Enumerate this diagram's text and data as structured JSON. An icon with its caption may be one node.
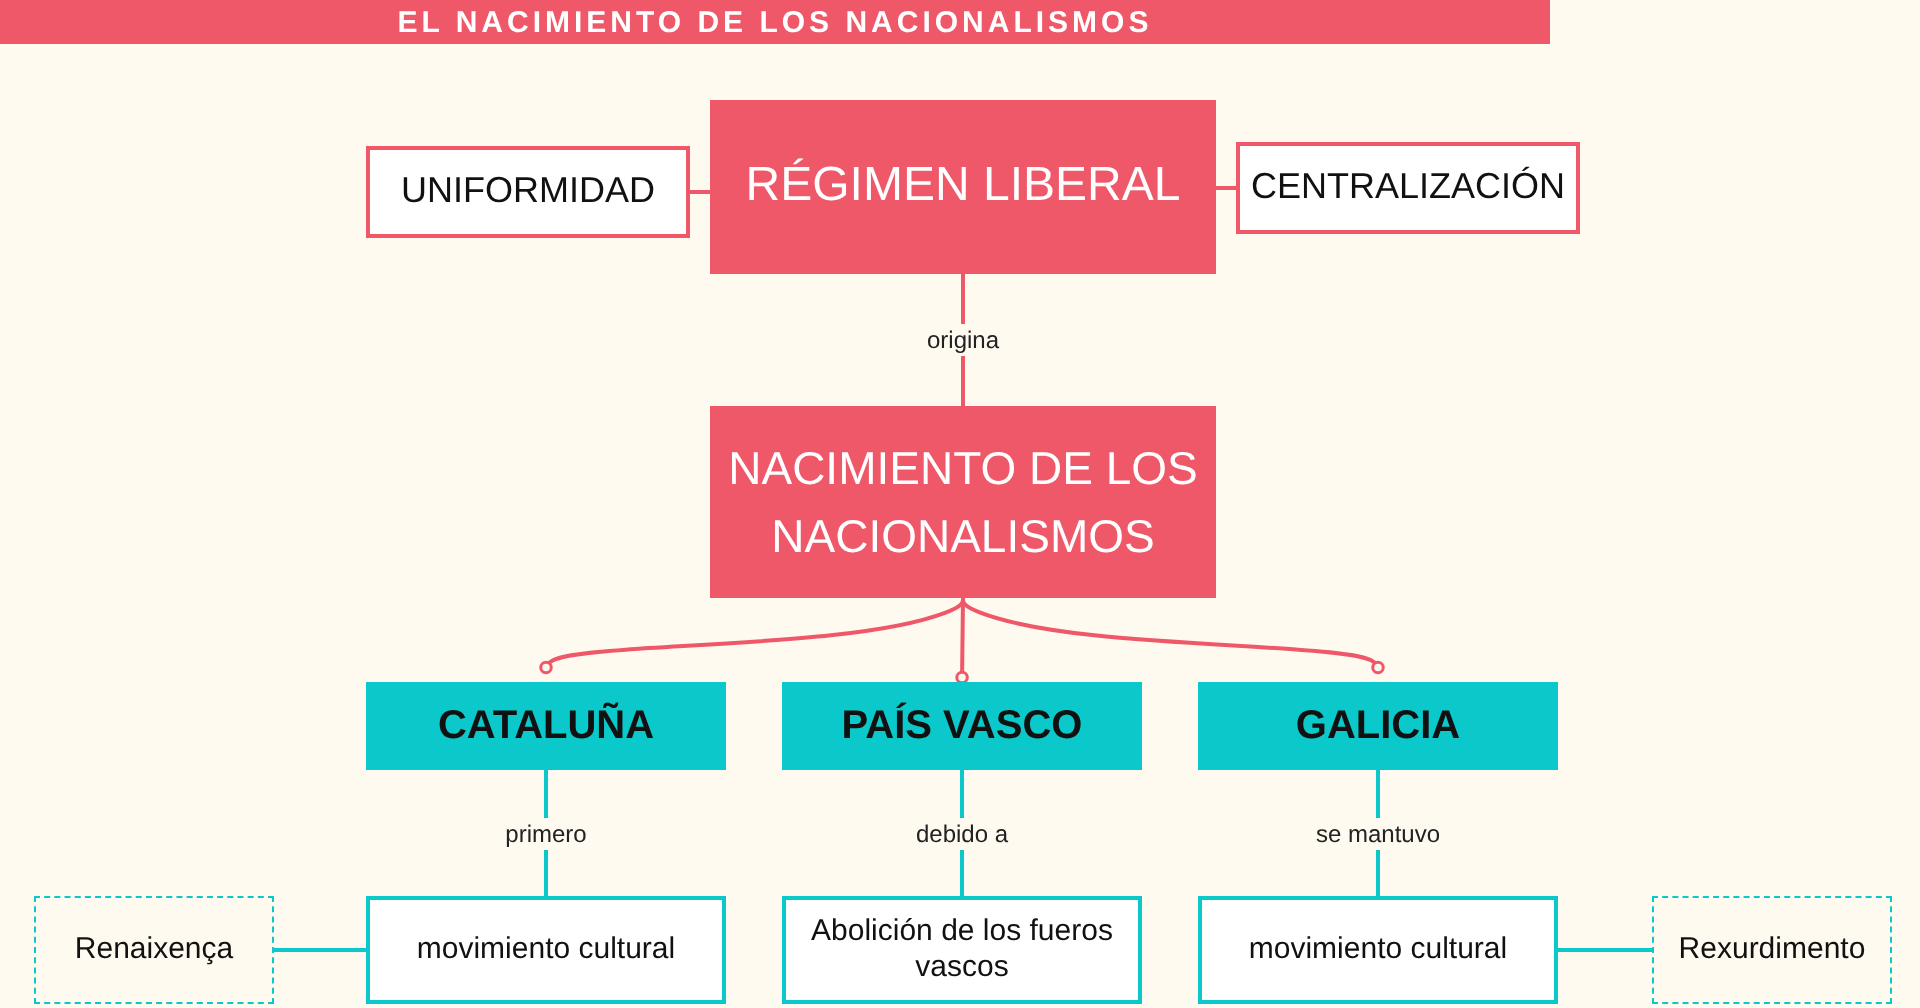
{
  "diagram": {
    "title": "EL NACIMIENTO DE LOS NACIONALISMOS",
    "nodes": [
      {
        "text": [
          "UNIFORMIDAD"
        ]
      },
      {
        "text": [
          "RÉGIMEN LIBERAL"
        ]
      },
      {
        "text": [
          "CENTRALIZACIÓN"
        ]
      },
      {
        "text": [
          "NACIMIENTO DE LOS NACIONALISMOS"
        ]
      },
      {
        "text": [
          "CATALUÑA"
        ]
      },
      {
        "text": [
          "PAÍS VASCO"
        ]
      },
      {
        "text": [
          "GALICIA"
        ]
      },
      {
        "text": [
          "Renaixença"
        ]
      },
      {
        "text": [
          "movimiento cultural"
        ]
      },
      {
        "text": [
          "Abolición de los fueros vascos"
        ]
      },
      {
        "text": [
          "movimiento cultural"
        ]
      },
      {
        "text": [
          "Rexurdimento"
        ]
      }
    ],
    "edges": [
      {
        "from": 1,
        "to": 0,
        "arrow": "none"
      },
      {
        "from": 1,
        "to": 2,
        "arrow": "none"
      },
      {
        "from": 1,
        "to": 3,
        "arrow": "none",
        "label": "origina"
      },
      {
        "from": 3,
        "to": 4,
        "arrow": "other"
      },
      {
        "from": 3,
        "to": 5,
        "arrow": "other"
      },
      {
        "from": 3,
        "to": 6,
        "arrow": "other"
      },
      {
        "from": 4,
        "to": 8,
        "arrow": "none",
        "label": "primero",
        "color": "#0bc9cb"
      },
      {
        "from": 5,
        "to": 9,
        "arrow": "none",
        "label": "debido a",
        "color": "#0bc9cb"
      },
      {
        "from": 6,
        "to": 10,
        "arrow": "none",
        "label": "se mantuvo",
        "color": "#0bc9cb"
      },
      {
        "from": 8,
        "to": 7,
        "arrow": "none",
        "color": "#0bc9cb"
      },
      {
        "from": 10,
        "to": 11,
        "arrow": "none",
        "color": "#0bc9cb"
      }
    ]
  }
}
